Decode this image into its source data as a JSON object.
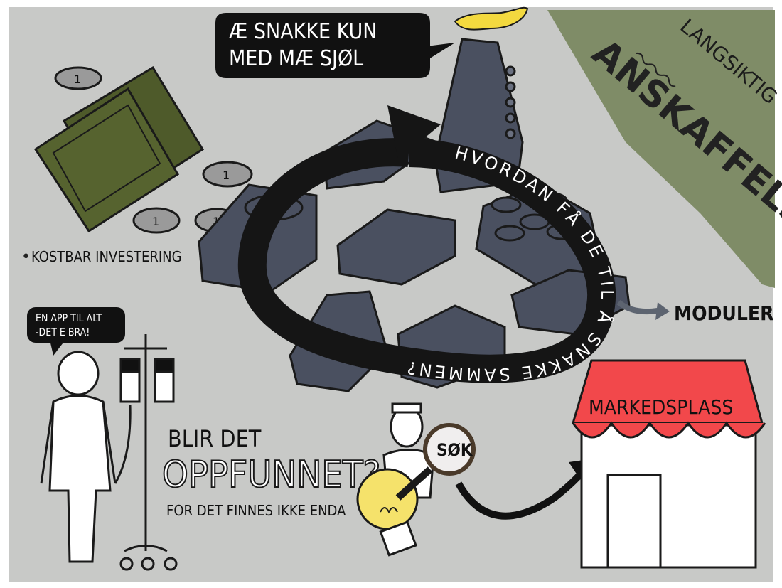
{
  "canvas": {
    "background_color": "#c8c9c7",
    "accent_green": "#7f8c67",
    "banknote_green": "#4e5a2a",
    "brick_color": "#4a5060",
    "market_red": "#f2484b",
    "bulb_yellow": "#f5e26b",
    "flame_yellow": "#f3d93f"
  },
  "speech_top": {
    "line1": "Æ SNAKKE KUN",
    "line2": "MED MÆ SJØL"
  },
  "banner": {
    "small": "LANGSIKTIG",
    "large": "ANSKAFFELSE"
  },
  "coins": {
    "label": "1"
  },
  "investment": {
    "bullet": "•",
    "label": "KOSTBAR INVESTERING"
  },
  "loop_text": "HVORDAN FÅ DE TIL Å SNAKKE SAMMEN?",
  "modules": {
    "label": "MODULER"
  },
  "patient_speech": {
    "line1": "EN APP TIL ALT",
    "line2": "-DET E BRA!"
  },
  "invention": {
    "line1": "BLIR DET",
    "line2": "OPPFUNNET?",
    "line3": "FOR DET FINNES IKKE ENDA"
  },
  "search_glass": {
    "label": "SØK"
  },
  "market": {
    "label": "MARKEDSPLASS"
  },
  "icons": [
    "banknote-icon",
    "coin-icon",
    "lego-brick-icon",
    "speech-bubble-icon",
    "iv-drip-icon",
    "magnifier-icon",
    "lightbulb-icon",
    "market-stall-icon",
    "arrow-icon"
  ]
}
